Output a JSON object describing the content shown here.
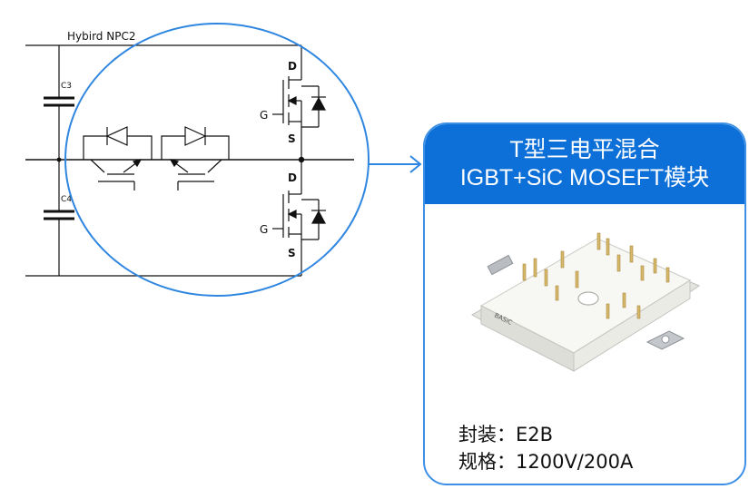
{
  "circuit": {
    "title": "Hybird  NPC2",
    "labels": {
      "c3": "C3",
      "c4": "C4",
      "d_top": "D",
      "g_top": "G",
      "s_top": "S",
      "d_bottom": "D",
      "g_bottom": "G",
      "s_bottom": "S"
    }
  },
  "product": {
    "title_line1": "T型三电平混合",
    "title_line2": "IGBT+SiC MOSEFT模块",
    "module_marking": "BASiC",
    "specs": [
      {
        "label": "封装：",
        "value": "E2B"
      },
      {
        "label": "规格：",
        "value": "1200V/200A"
      }
    ]
  },
  "colors": {
    "accent_blue": "#0d6fd8",
    "outline_blue": "#3e8fe6",
    "wire": "#111111",
    "module_body": "#f4f4f2",
    "pin_gold": "#d7b86a"
  }
}
